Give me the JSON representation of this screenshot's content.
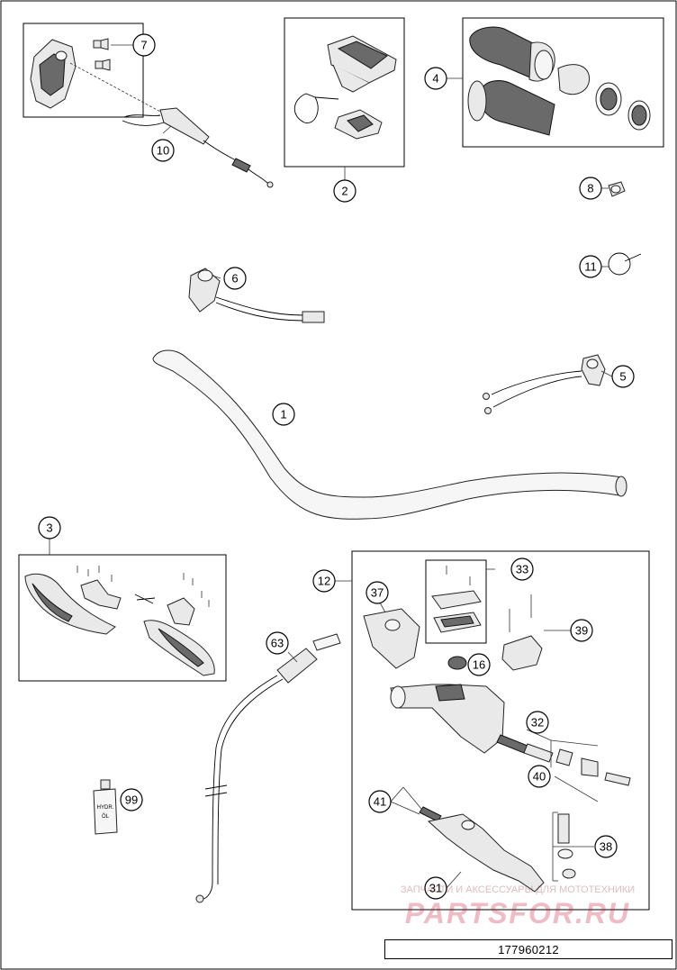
{
  "callouts": [
    "1",
    "2",
    "3",
    "4",
    "5",
    "6",
    "7",
    "8",
    "10",
    "11",
    "12",
    "16",
    "31",
    "32",
    "33",
    "37",
    "38",
    "39",
    "40",
    "41",
    "63",
    "99"
  ],
  "bottle_label": [
    "HYDR.",
    "ÖL"
  ],
  "reference_number": "177960212",
  "watermark": {
    "caption": "ЗАПЧАСТИ И АКСЕССУАРЫ ДЛЯ МОТОТЕХНИКИ",
    "logo": "PARTSFOR.RU"
  }
}
